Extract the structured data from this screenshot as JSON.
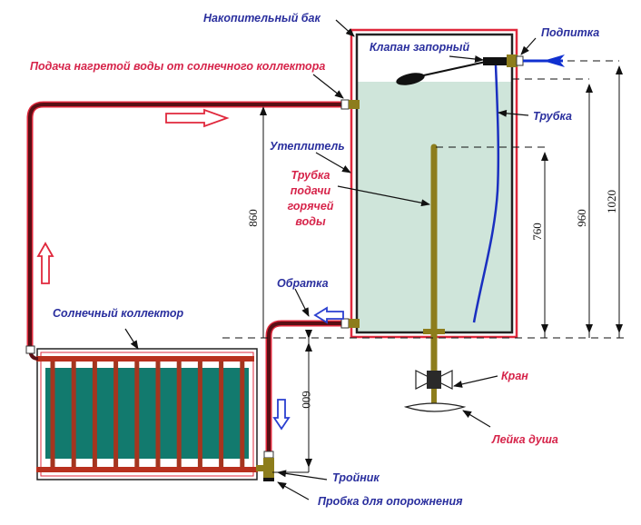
{
  "labels": {
    "storage_tank": "Накопительный бак",
    "hot_water_supply": "Подача нагретой воды от солнечного коллектора",
    "shutoff_valve": "Клапан запорный",
    "makeup": "Подпитка",
    "tube": "Трубка",
    "insulation": "Утеплитель",
    "hot_pipe_1": "Трубка",
    "hot_pipe_2": "подачи",
    "hot_pipe_3": "горячей",
    "hot_pipe_4": "воды",
    "return": "Обратка",
    "solar_collector": "Солнечный коллектор",
    "tap": "Кран",
    "shower_head": "Лейка душа",
    "tee": "Тройник",
    "drain_plug": "Пробка для опорожнения"
  },
  "dimensions": {
    "d860": "860",
    "d600": "600",
    "d760": "760",
    "d960": "960",
    "d1020": "1020"
  },
  "colors": {
    "label_blue": "#2a2f9e",
    "label_red": "#d6244a",
    "pipe": "#5a0f14",
    "insulation_red": "#e0283c",
    "water": "#cfe5da",
    "brass": "#8d7d1c",
    "collector_green": "#127a6e",
    "collector_tube": "#b8301e",
    "makeup_blue": "#1030d0"
  }
}
